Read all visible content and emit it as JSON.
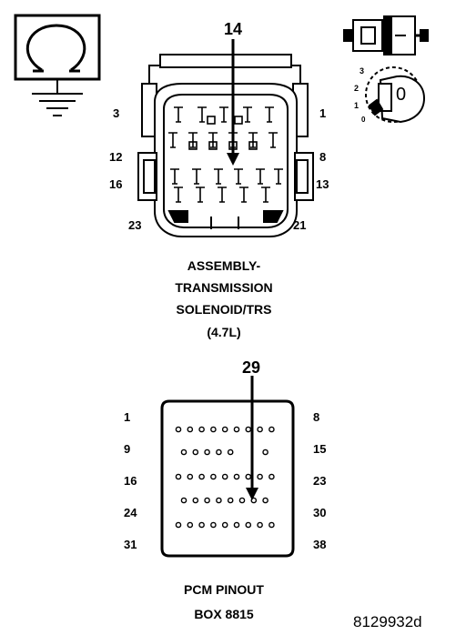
{
  "connector": {
    "callout": "14",
    "pins": {
      "p3": "3",
      "p1": "1",
      "p12": "12",
      "p8": "8",
      "p16": "16",
      "p13": "13",
      "p23": "23",
      "p21": "21"
    },
    "caption": [
      "ASSEMBLY-",
      "TRANSMISSION",
      "SOLENOID/TRS",
      "(4.7L)"
    ]
  },
  "key_switch": {
    "positions": [
      "3",
      "2",
      "1",
      "0"
    ],
    "key_letter": "0"
  },
  "pcm": {
    "callout": "29",
    "left_labels": [
      "1",
      "9",
      "16",
      "24",
      "31"
    ],
    "right_labels": [
      "8",
      "15",
      "23",
      "30",
      "38"
    ],
    "caption": [
      "PCM PINOUT",
      "BOX 8815"
    ]
  },
  "figure_id": "8129932d",
  "icons": [
    "ohmmeter-icon",
    "ground-icon",
    "connector-plug-icon",
    "ignition-key-icon",
    "arrow-down-icon"
  ]
}
